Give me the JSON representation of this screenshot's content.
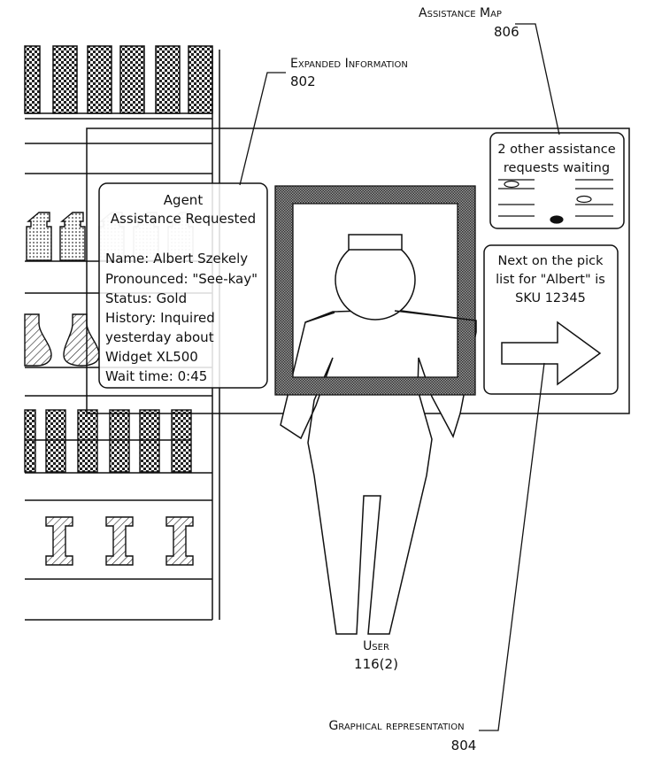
{
  "callouts": {
    "assistance_map": {
      "title": "Assistance Map",
      "number": "806"
    },
    "expanded_information": {
      "title": "Expanded Information",
      "number": "802"
    },
    "user": {
      "title": "User",
      "number": "116(2)"
    },
    "graphical_representation": {
      "title": "Graphical representation",
      "number": "804"
    }
  },
  "expanded_panel": {
    "heading_line1": "Agent",
    "heading_line2": "Assistance Requested",
    "name": "Name:  Albert Szekely",
    "pronounced": "Pronounced: \"See-kay\"",
    "status": "Status:  Gold",
    "history_line1": "History:  Inquired",
    "history_line2": "yesterday about",
    "history_line3": "Widget XL500",
    "wait_time": "Wait time:  0:45"
  },
  "assistance_map_panel": {
    "line1": "2 other assistance",
    "line2": "requests waiting"
  },
  "pick_list_panel": {
    "line1": "Next on the pick",
    "line2": "list for \"Albert\" is",
    "line3": "SKU 12345",
    "icon": "arrow-right-icon"
  }
}
